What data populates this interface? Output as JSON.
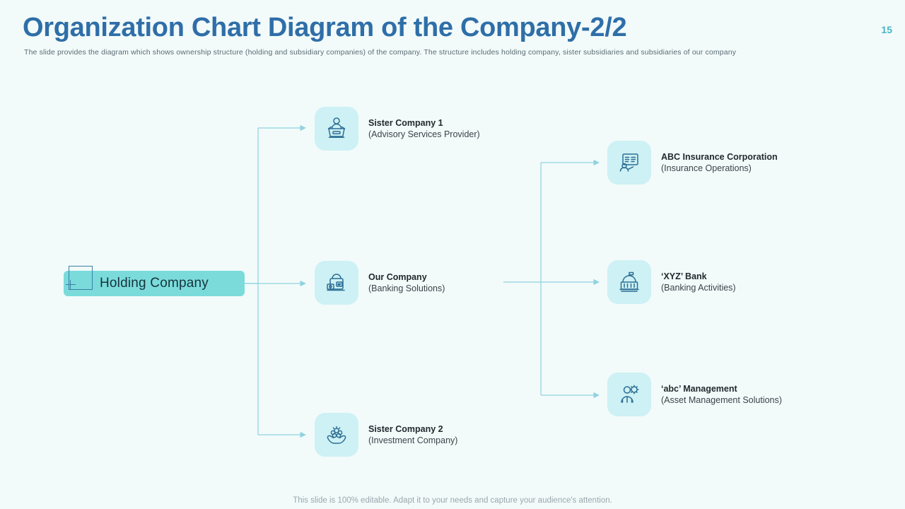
{
  "header": {
    "title": "Organization Chart Diagram of the Company-2/2",
    "subtitle": "The slide provides the diagram which shows ownership structure (holding and subsidiary companies) of the company. The structure includes holding company, sister subsidiaries and subsidiaries of our company",
    "page_number": "15"
  },
  "diagram": {
    "root": {
      "label": "Holding Company",
      "box_color": "#7bdbdb",
      "deco_icon": "square-outline-icon"
    },
    "level_2": [
      {
        "title": "Sister Company 1",
        "subtitle": "(Advisory Services Provider)",
        "icon": "podium-speaker-icon"
      },
      {
        "title": "Our Company",
        "subtitle": "(Banking Solutions)",
        "icon": "bank-vault-money-icon"
      },
      {
        "title": "Sister Company 2",
        "subtitle": "(Investment Company)",
        "icon": "hands-growth-icon"
      }
    ],
    "level_3": [
      {
        "title": "ABC Insurance Corporation",
        "subtitle": "(Insurance Operations)",
        "icon": "presentation-board-person-icon"
      },
      {
        "title": "‘XYZ’ Bank",
        "subtitle": "(Banking Activities)",
        "icon": "bank-building-icon"
      },
      {
        "title": "‘abc’ Management",
        "subtitle": "(Asset Management Solutions)",
        "icon": "person-gear-icon"
      }
    ],
    "connector_color": "#8fd2e0",
    "icon_tile_color": "#cdf1f4",
    "icon_stroke_color": "#2d6e94"
  },
  "footer": {
    "note": "This slide is 100% editable. Adapt it to your needs and capture your audience's attention."
  }
}
